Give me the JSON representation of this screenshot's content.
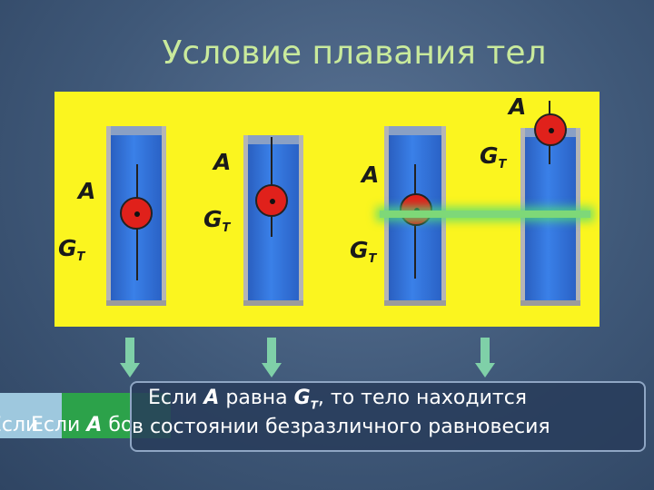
{
  "title": "Условие плавания тел",
  "labels": {
    "a": "A",
    "g": "G",
    "g_sub": "T"
  },
  "captions": {
    "left_partial_1": "Если",
    "left_partial_2": "Если",
    "left_a": "A",
    "left_more": "бо",
    "main_line1_prefix": "Если",
    "main_line1_a": "A",
    "main_line1_mid": "равна",
    "main_line1_g": "G",
    "main_line1_sub": "T",
    "main_line1_suffix": ", то тело находится",
    "main_line2": "в состоянии безразличного равновесия"
  }
}
